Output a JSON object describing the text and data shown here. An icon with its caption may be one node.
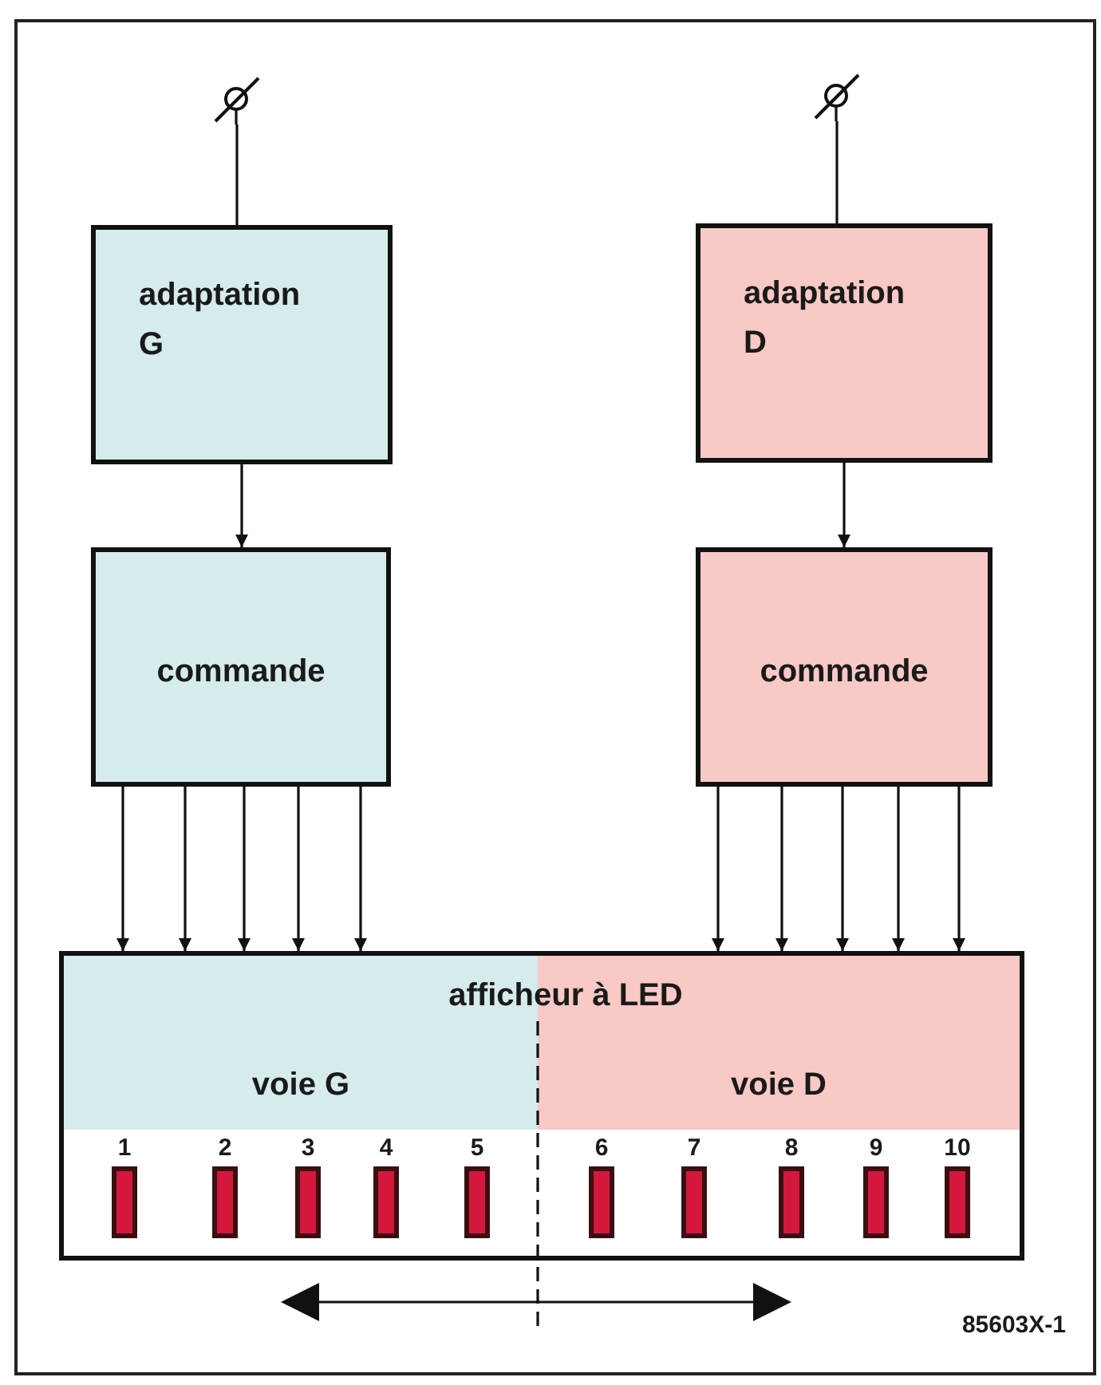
{
  "diagram": {
    "nodes": [
      {
        "text": [],
        "shape": "circle"
      },
      {
        "text": [],
        "shape": "circle"
      },
      {
        "text": [
          "adaptation G"
        ]
      },
      {
        "text": [
          "adaptation D"
        ]
      },
      {
        "text": [
          "commande"
        ]
      },
      {
        "text": [
          "commande"
        ]
      },
      {
        "text": [
          "afficheur à LED"
        ]
      },
      {
        "text": [
          "voie G"
        ],
        "in": 6
      },
      {
        "text": [
          "voie D"
        ],
        "in": 6
      },
      {
        "text": [],
        "shape": "bar",
        "in": 6,
        "beside": [
          "1"
        ]
      },
      {
        "text": [],
        "shape": "bar",
        "in": 6,
        "beside": [
          "2"
        ]
      },
      {
        "text": [],
        "shape": "bar",
        "in": 6,
        "beside": [
          "3"
        ]
      },
      {
        "text": [],
        "shape": "bar",
        "in": 6,
        "beside": [
          "4"
        ]
      },
      {
        "text": [],
        "shape": "bar",
        "in": 6,
        "beside": [
          "5"
        ]
      },
      {
        "text": [],
        "shape": "bar",
        "in": 6,
        "beside": [
          "6"
        ]
      },
      {
        "text": [],
        "shape": "bar",
        "in": 6,
        "beside": [
          "7"
        ]
      },
      {
        "text": [],
        "shape": "bar",
        "in": 6,
        "beside": [
          "8"
        ]
      },
      {
        "text": [],
        "shape": "bar",
        "in": 6,
        "beside": [
          "9"
        ]
      },
      {
        "text": [],
        "shape": "bar",
        "in": 6,
        "beside": [
          "10"
        ]
      }
    ],
    "edges": [
      {
        "from": 0,
        "to": 2,
        "arrow": "none"
      },
      {
        "from": 1,
        "to": 3,
        "arrow": "none"
      },
      {
        "from": 2,
        "to": 4,
        "arrow": "to"
      },
      {
        "from": 3,
        "to": 5,
        "arrow": "to"
      },
      {
        "from": 4,
        "to": 6,
        "arrow": "to"
      },
      {
        "from": 4,
        "to": 6,
        "arrow": "to"
      },
      {
        "from": 4,
        "to": 6,
        "arrow": "to"
      },
      {
        "from": 4,
        "to": 6,
        "arrow": "to"
      },
      {
        "from": 4,
        "to": 6,
        "arrow": "to"
      },
      {
        "from": 5,
        "to": 6,
        "arrow": "to"
      },
      {
        "from": 5,
        "to": 6,
        "arrow": "to"
      },
      {
        "from": 5,
        "to": 6,
        "arrow": "to"
      },
      {
        "from": 5,
        "to": 6,
        "arrow": "to"
      },
      {
        "from": 5,
        "to": 6,
        "arrow": "to"
      }
    ],
    "labels": [
      "85603X-1"
    ]
  }
}
